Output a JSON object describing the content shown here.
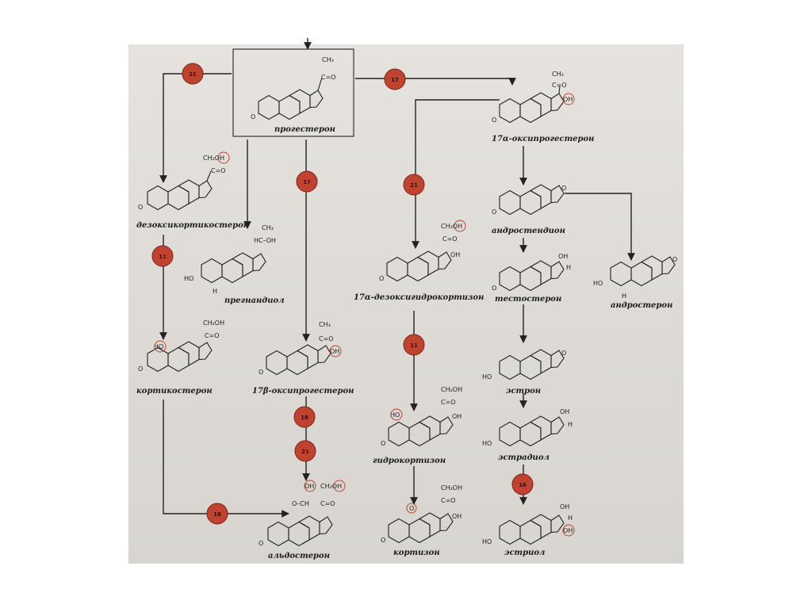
{
  "compounds": {
    "progesterone": "прогестерон",
    "oxyprogesterone_17a": "17α-оксипрогестерон",
    "deoxycorticosterone": "дезоксикортикостерон",
    "pregnanediol": "прегнандиол",
    "androstenedione": "андростендион",
    "deoxyhydrocortisone_17a": "17α-дезоксигидрокортизон",
    "testosterone": "тестостерон",
    "androsterone": "андростерон",
    "corticosterone": "кортикостерон",
    "oxyprogesterone_17b": "17β-оксипрогестерон",
    "estrone": "эстрон",
    "hydrocortisone": "гидрокортизон",
    "estradiol": "эстрадиол",
    "aldosterone": "альдостерон",
    "cortisone": "кортизон",
    "estriol": "эстриол"
  },
  "enzymes": {
    "e21_top": "21",
    "e17_right": "17",
    "e17_down": "17",
    "e21_mid": "21",
    "e11_left": "11",
    "e11_mid": "11",
    "e18_ald": "18",
    "e18_left": "18",
    "e21_ald": "21",
    "e16": "16"
  },
  "groups": {
    "ch3": "CH₃",
    "ch2oh": "CH₂OH",
    "c_eq_o": "C=O",
    "oh": "OH",
    "ho": "HO",
    "h": "H",
    "o": "O",
    "hc_oh": "HC–OH",
    "o_ch": "O–CH"
  },
  "colors": {
    "enzyme_fill": "#c0432f",
    "enzyme_stroke": "#7a2418",
    "highlight": "#c0432f",
    "ink": "#222222",
    "paper": "#e0ddd8"
  }
}
